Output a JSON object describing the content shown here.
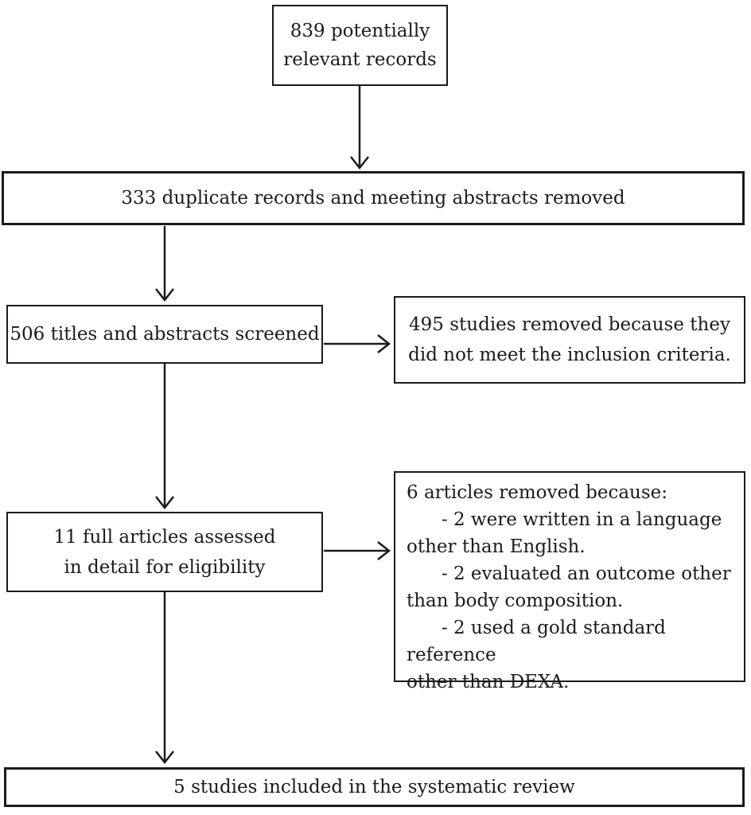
{
  "diagram": {
    "background_color": "#ffffff",
    "line_color": "#1b1b1b",
    "boxes": {
      "records": {
        "count": 839,
        "text": "839 potentially\nrelevant records"
      },
      "duplicates_removed": {
        "count": 333,
        "text": "333 duplicate records and meeting abstracts removed"
      },
      "screened": {
        "count": 506,
        "text": "506 titles and abstracts screened"
      },
      "excluded_at_screening": {
        "count": 495,
        "text": "495 studies removed because they\ndid not meet the inclusion criteria."
      },
      "full_text_assessed": {
        "count": 11,
        "text": "11 full articles assessed\nin detail for eligibility"
      },
      "excluded_at_full_text": {
        "count": 6,
        "header": "6 articles removed because:",
        "reasons": [
          "2 were written in a language other than English.",
          "2 evaluated an outcome other than body composition.",
          "2 used a gold standard reference other than DEXA."
        ],
        "text": "6 articles removed because:\n      - 2 were written in a language\nother than English.\n      - 2 evaluated an outcome other\nthan body composition.\n      - 2 used a gold standard reference\nother than DEXA."
      },
      "included": {
        "count": 5,
        "text": "5 studies included in the systematic review"
      }
    }
  }
}
